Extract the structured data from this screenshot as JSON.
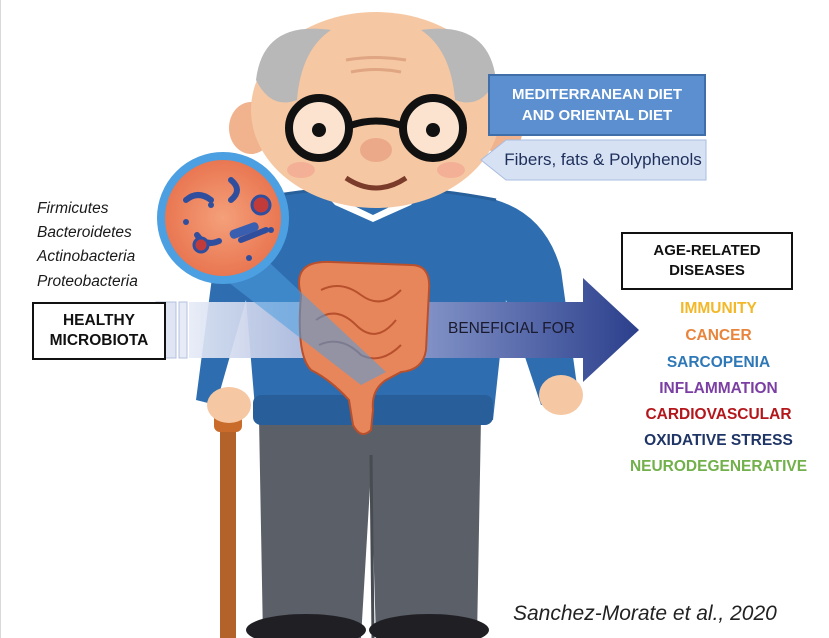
{
  "diet": {
    "line1": "MEDITERRANEAN DIET",
    "line2": "AND ORIENTAL DIET"
  },
  "nutrients": "Fibers, fats & Polyphenols",
  "bacteria": [
    "Firmicutes",
    "Bacteroidetes",
    "Actinobacteria",
    "Proteobacteria"
  ],
  "healthy": {
    "line1": "HEALTHY",
    "line2": "MICROBIOTA"
  },
  "arrow_label": "BENEFICIAL FOR",
  "age_related": {
    "line1": "AGE-RELATED",
    "line2": "DISEASES"
  },
  "diseases": [
    {
      "label": "IMMUNITY",
      "color": "#f2b82a"
    },
    {
      "label": "CANCER",
      "color": "#e8843b"
    },
    {
      "label": "SARCOPENIA",
      "color": "#2f78b7"
    },
    {
      "label": "INFLAMMATION",
      "color": "#7b3fa3"
    },
    {
      "label": "CARDIOVASCULAR",
      "color": "#b3171c"
    },
    {
      "label": "OXIDATIVE STRESS",
      "color": "#1f3566"
    },
    {
      "label": "NEURODEGENERATIVE",
      "color": "#71b04a"
    }
  ],
  "citation": "Sanchez-Morate et al., 2020",
  "colors": {
    "sweater": "#2e6eb0",
    "pants": "#5a5f68",
    "skin": "#f5c7a2",
    "cane": "#b3622a",
    "arrow": "#2b3f8c"
  }
}
